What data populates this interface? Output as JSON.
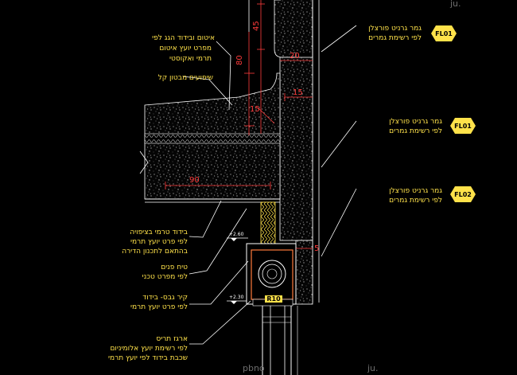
{
  "annotations_right": [
    {
      "line1": "גמר גרניט פורצלן",
      "line2": "לפי רשימת גמרים"
    },
    {
      "line1": "גמר גרניט פורצלן",
      "line2": "לפי רשימת גמרים"
    },
    {
      "line1": "גמר גרניט פורצלן",
      "line2": "לפי רשימת גמרים"
    }
  ],
  "finish_tags": [
    "FL01",
    "FL01",
    "FL02"
  ],
  "annotations_left": [
    {
      "lines": [
        "איטום ובידוד הגג לפי",
        "מפרט יועץ איטום",
        "תרמי ואקוסטי"
      ]
    },
    {
      "lines": [
        "שיפועים מבטון קל"
      ]
    },
    {
      "lines": [
        "בידוד טרמי בציפויה",
        "לפי פרט יועץ תרמי",
        "בהתאם לתכנון הדירה"
      ]
    },
    {
      "lines": [
        "טיח פנים",
        "לפי מפרט טכני"
      ]
    },
    {
      "lines": [
        "קיר גבס- בידוד",
        "לפי פרט יועץ תרמי"
      ]
    },
    {
      "lines": [
        "ארגז תריס",
        "לפי רשימת יועץ אלומיניום",
        "שכבת בידוד לפי יועץ תרמי"
      ]
    }
  ],
  "dimensions": {
    "d45": "45",
    "d80": "80",
    "d20": "20",
    "d15a": "15",
    "d15b": "15",
    "d90": "90",
    "d5": "5"
  },
  "levels": {
    "lvl1": "+2.60",
    "lvl2": "+2.30"
  },
  "window_tag": "R10",
  "watermarks": {
    "w1": "ju.",
    "w2": "pbno",
    "w3": "ju."
  },
  "colors": {
    "annotation": "#ffe24a",
    "dimension": "#ff3b3b",
    "tag_fill": "#ffe24a",
    "line": "#ffffff"
  }
}
